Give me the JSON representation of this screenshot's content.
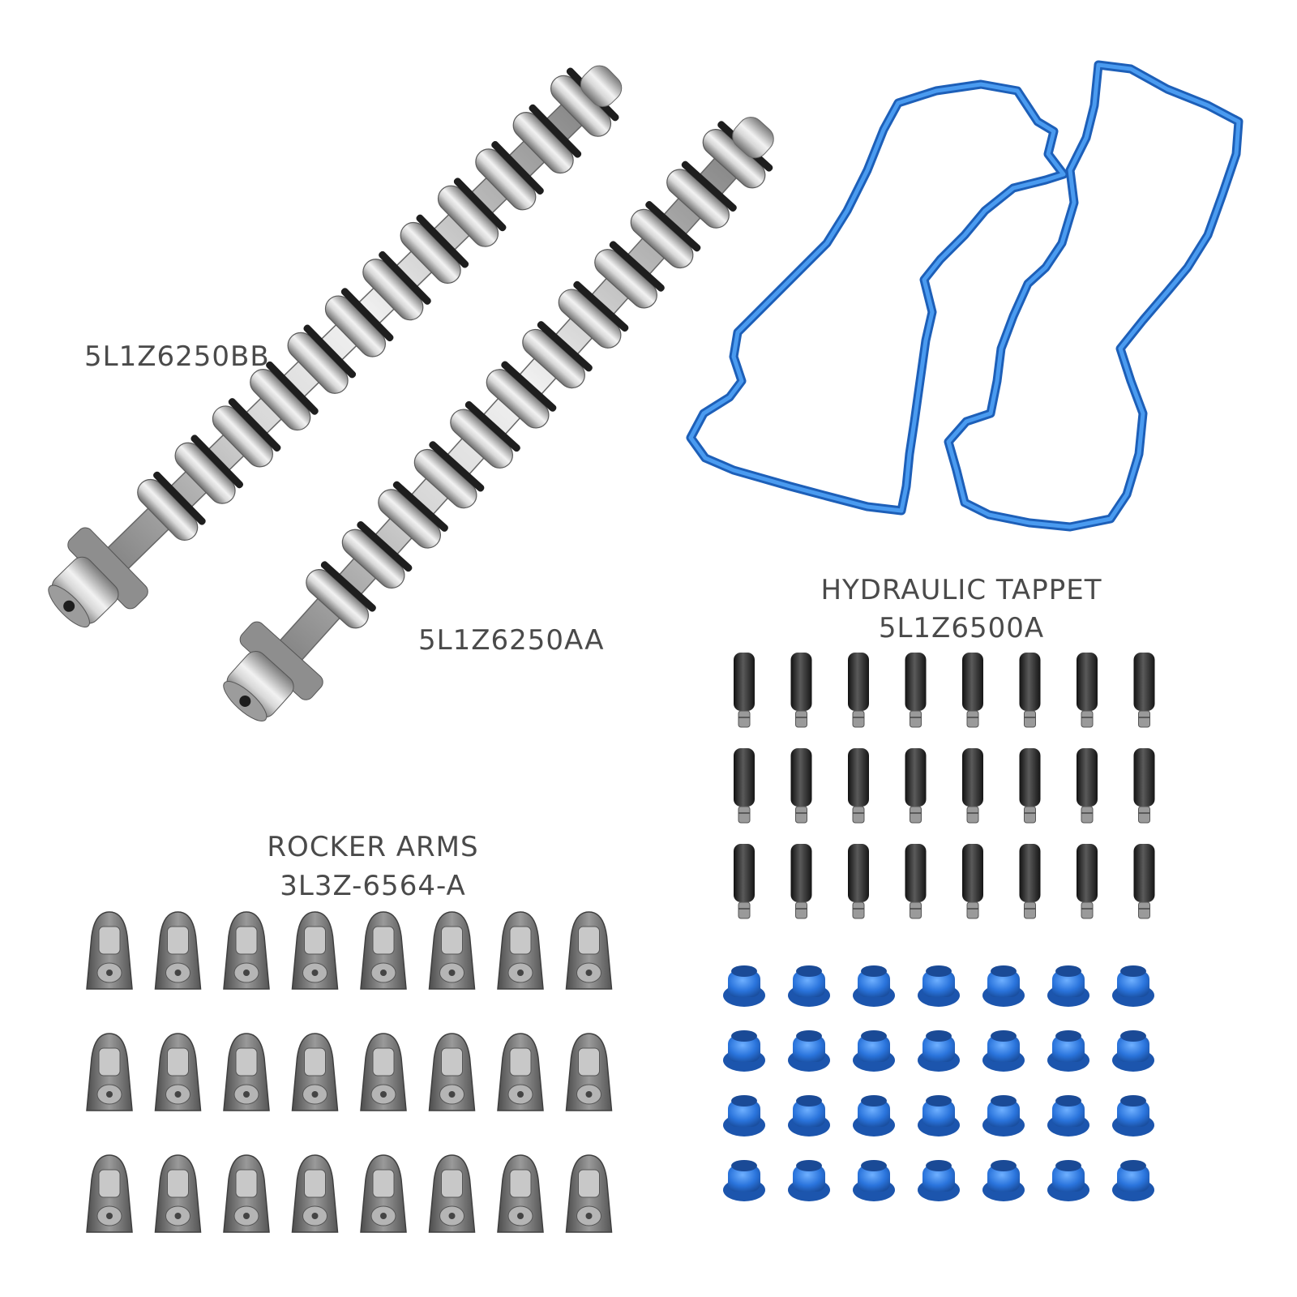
{
  "labels": {
    "camshaft_left": "5L1Z6250BB",
    "camshaft_right": "5L1Z6250AA",
    "tappet_title": "HYDRAULIC TAPPET",
    "tappet_part": "5L1Z6500A",
    "rocker_title": "ROCKER ARMS",
    "rocker_part": "3L3Z-6564-A"
  },
  "colors": {
    "background": "#ffffff",
    "label_text": "#4a4a4a",
    "gasket_blue": "#2f7fd9",
    "seal_blue": "#2a74dc",
    "metal_silver": "#a9a9a9",
    "cam_lobe_dark": "#1e1e1e",
    "tappet_black": "#2b2b2b",
    "rocker_gray": "#6e6e6e"
  },
  "counts": {
    "camshafts": 2,
    "gaskets": 2,
    "hydraulic_tappets": 24,
    "valve_stem_seals": 28,
    "rocker_arms": 24
  }
}
